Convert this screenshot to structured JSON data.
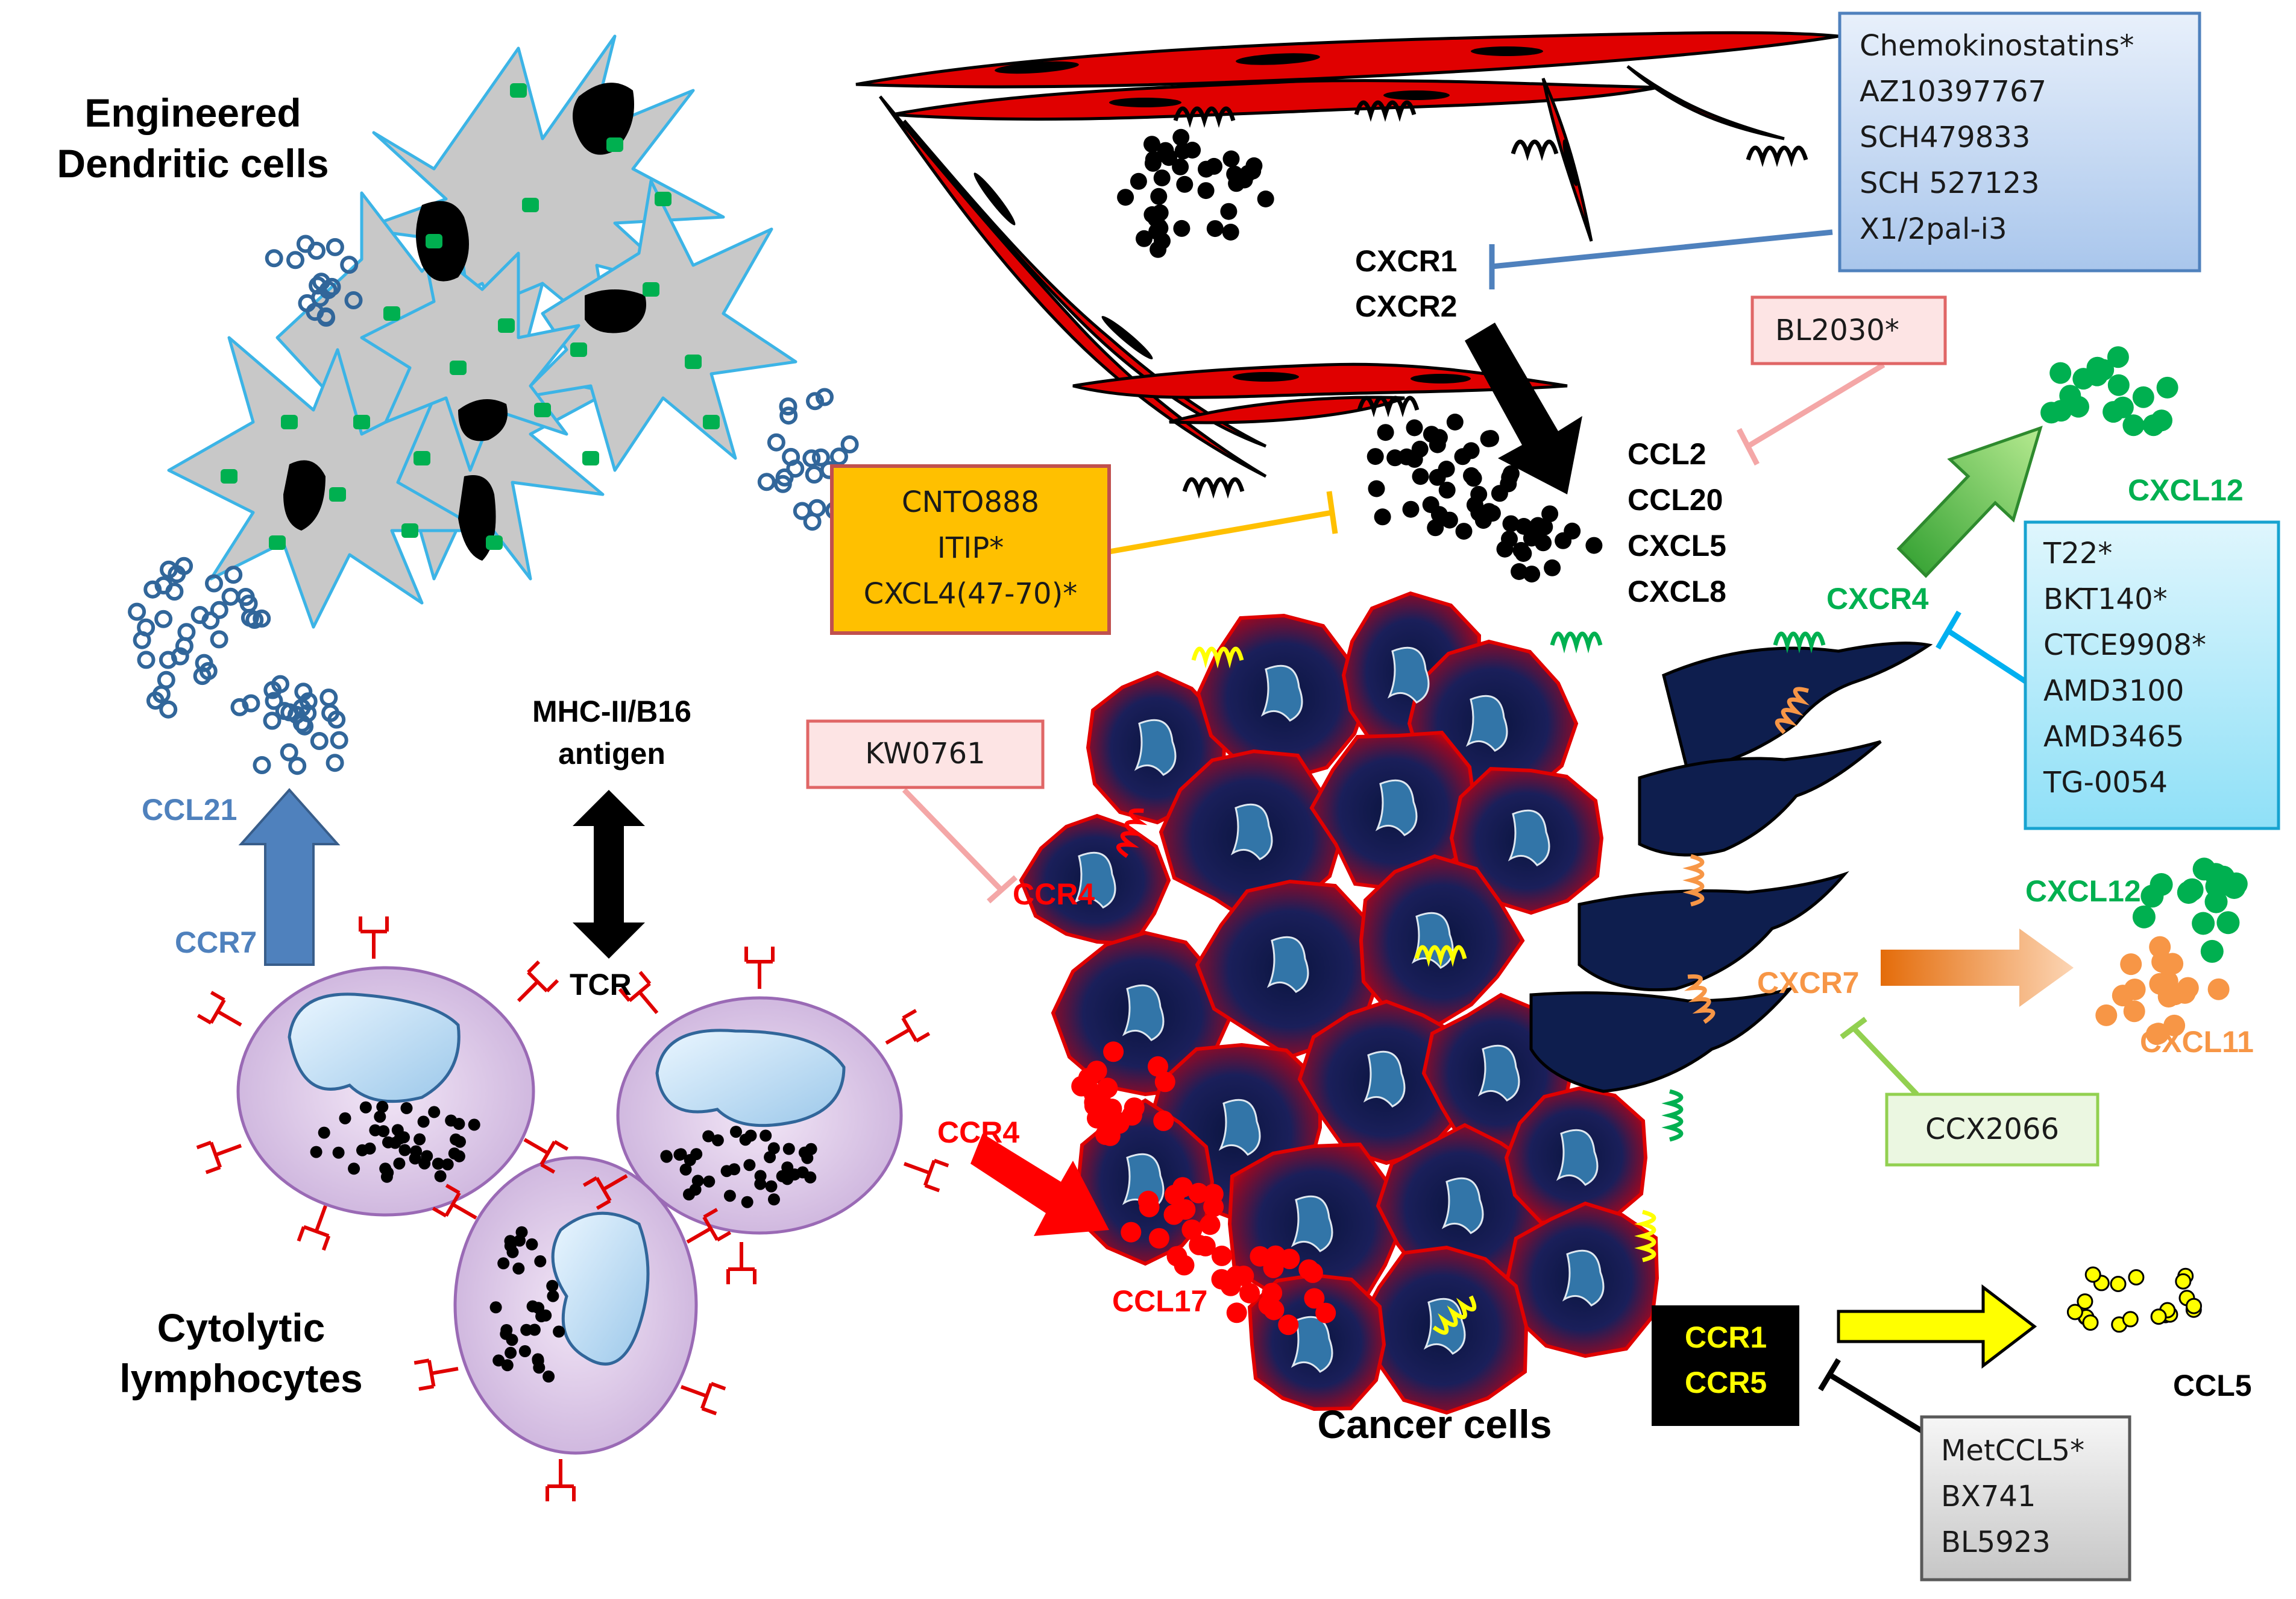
{
  "cells": {
    "dendritic": "Engineered Dendritic cells",
    "dendritic_lines": [
      "Engineered",
      "Dendritic cells"
    ],
    "lymphocytes_lines": [
      "Cytolytic",
      "lymphocytes"
    ],
    "cancer": "Cancer cells"
  },
  "receptors": {
    "cxcr1": "CXCR1",
    "cxcr2": "CXCR2",
    "cxcr4": "CXCR4",
    "cxcr7": "CXCR7",
    "ccr4_tumor": "CCR4",
    "ccr4_lymph": "CCR4",
    "ccr7": "CCR7",
    "ccr1": "CCR1",
    "ccr5": "CCR5",
    "tcr": "TCR",
    "mhc_lines": [
      "MHC-II/B16",
      "antigen"
    ]
  },
  "ligands": {
    "ccl21": "CCL21",
    "ccl17": "CCL17",
    "cxcl12_top": "CXCL12",
    "cxcl12_right": "CXCL12",
    "cxcl11": "CXCL11",
    "ccl5": "CCL5",
    "cluster": [
      "CCL2",
      "CCL20",
      "CXCL5",
      "CXCL8"
    ]
  },
  "inhibitors": {
    "cxcr12_box": [
      "Chemokinostatins*",
      "AZ10397767",
      "SCH479833",
      "SCH 527123",
      "X1/2pal-i3"
    ],
    "ccl2_box": [
      "BL2030*"
    ],
    "cnto_box": [
      "CNTO888",
      "ITIP*",
      "CXCL4(47-70)*"
    ],
    "kw_box": [
      "KW0761"
    ],
    "cxcr4_box": [
      "T22*",
      "BKT140*",
      "CTCE9908*",
      "AMD3100",
      "AMD3465",
      "TG-0054"
    ],
    "ccx_box": [
      "CCX2066"
    ],
    "ccr5_box": [
      "MetCCL5*",
      "BX741",
      "BL5923"
    ]
  },
  "colors": {
    "red_chemokine": "#ff0000",
    "green_chemokine": "#00b050",
    "orange_chemokine": "#f79646",
    "yellow_chemokine": "#ffff00",
    "blue_receptor": "#4f81bd",
    "black_chemokine": "#000000",
    "cancer_dark": "#0e1e4e",
    "cancer_red": "#c00000",
    "fibroblast_red": "#e00000",
    "dc_gray": "#c8c8c8",
    "dc_outline": "#3cb4e6",
    "lymph_fill": "#e4d4ec"
  }
}
